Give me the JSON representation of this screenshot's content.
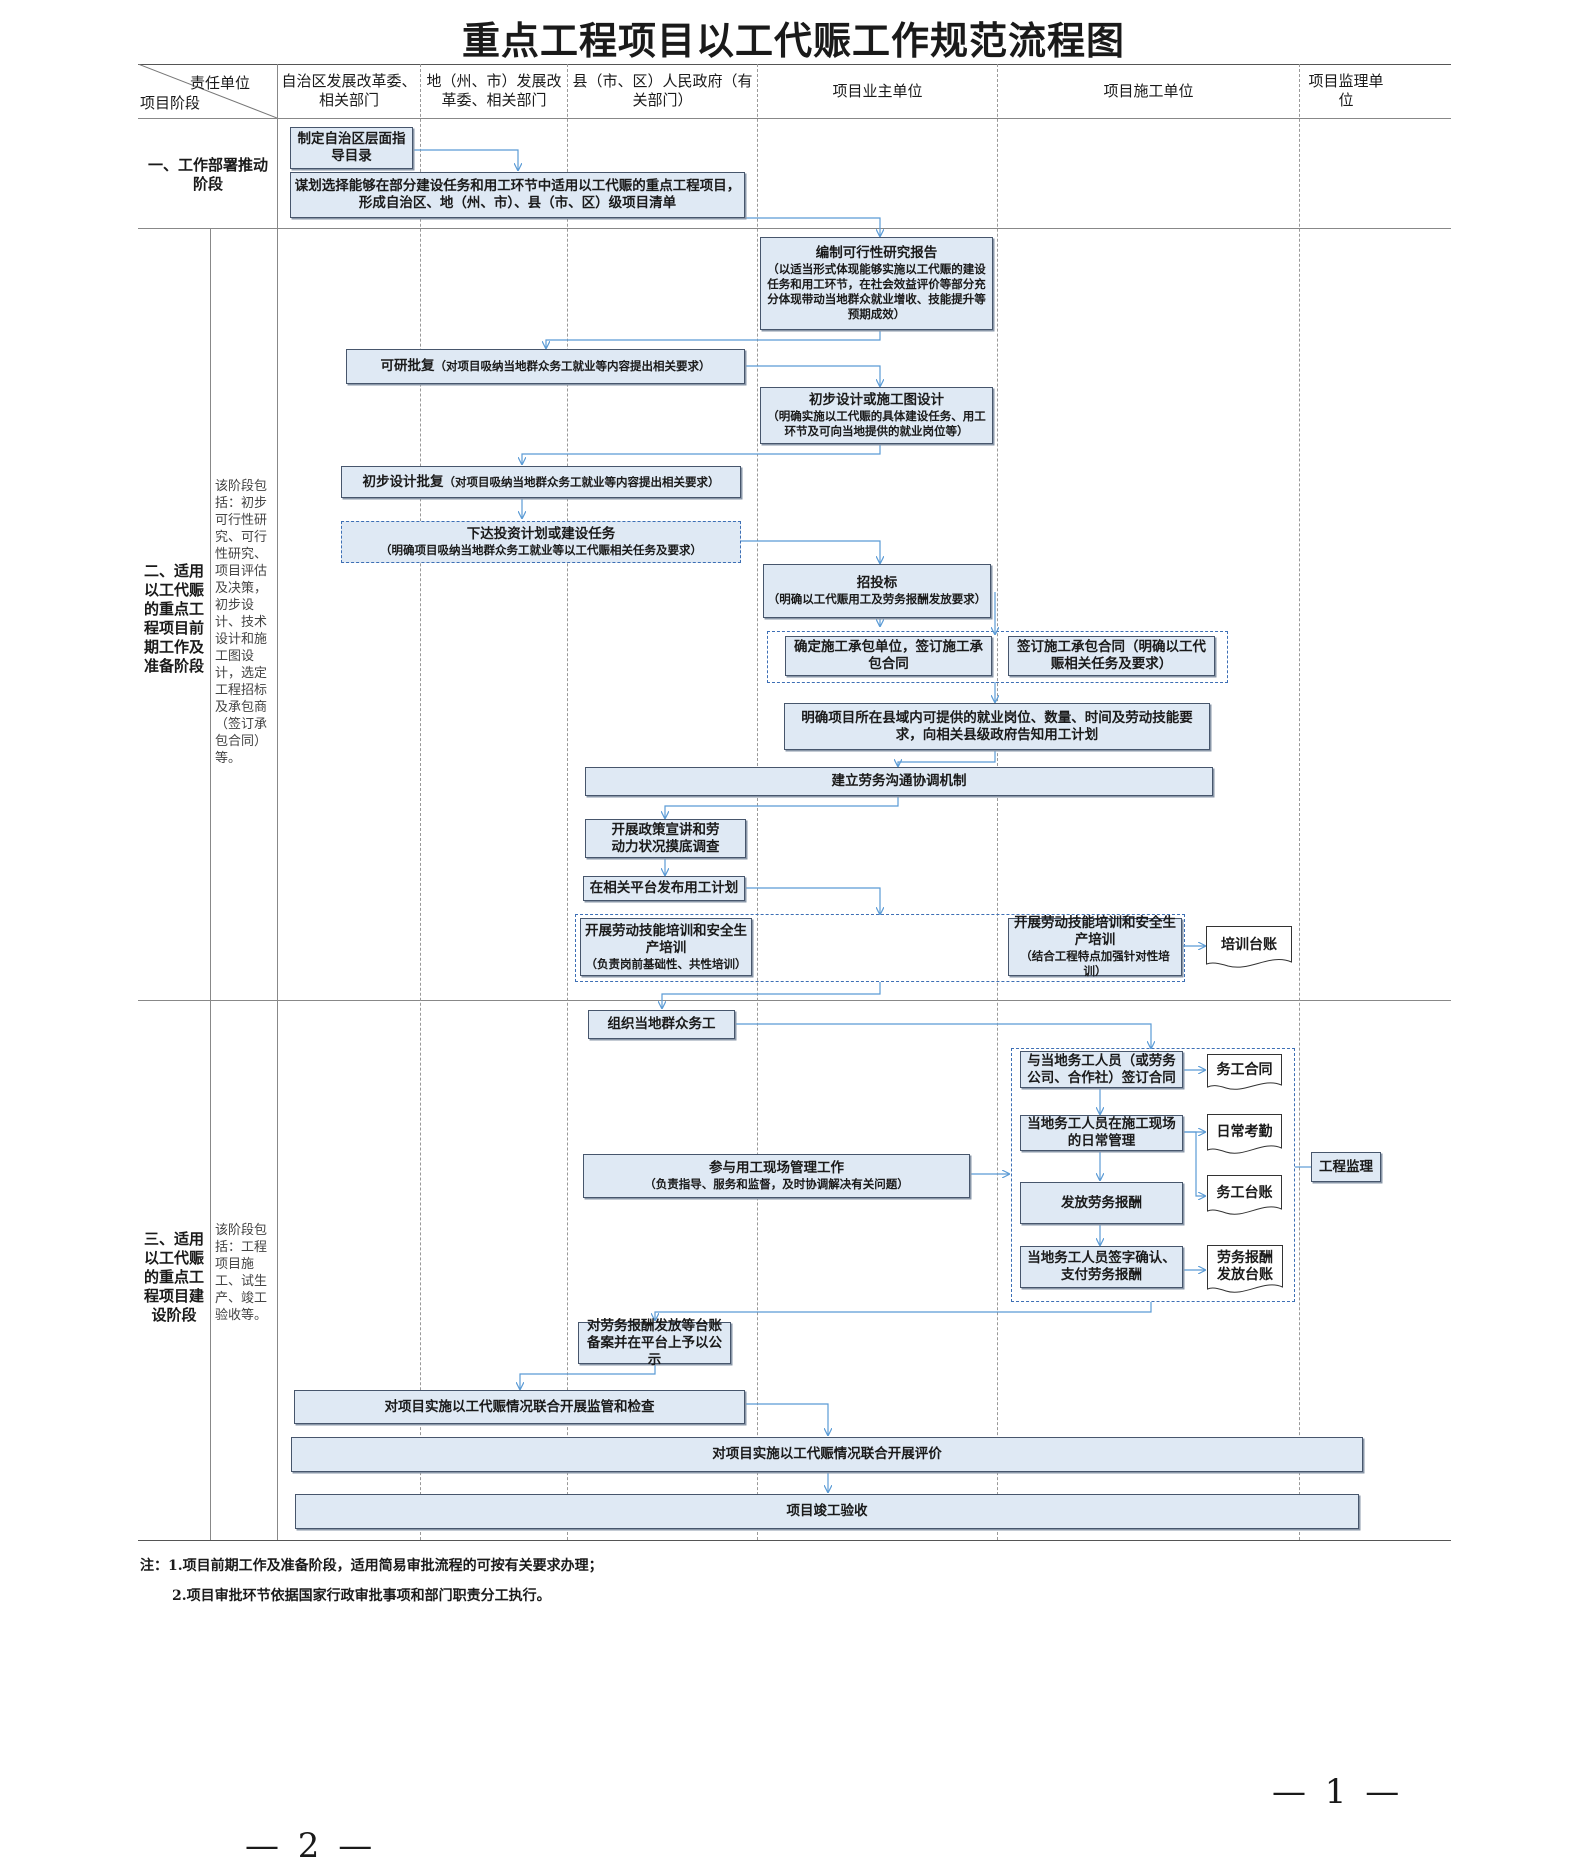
{
  "title": "重点工程项目以工代赈工作规范流程图",
  "header": {
    "corner_top": "责任单位",
    "corner_bottom": "项目阶段",
    "columns": [
      "自治区发展改革委、相关部门",
      "地（州、市）发展改革委、相关部门",
      "县（市、区）人民政府（有关部门）",
      "项目业主单位",
      "项目施工单位",
      "项目监理单位"
    ]
  },
  "stages": [
    {
      "label": "一、工作部署推动阶段",
      "note": ""
    },
    {
      "label": "二、适用以工代赈的重点工程项目前期工作及准备阶段",
      "note": "该阶段包括：初步可行性研究、可行性研究、项目评估及决策，初步设计、技术设计和施工图设计，选定工程招标及承包商（签订承包合同）等。"
    },
    {
      "label": "三、适用以工代赈的重点工程项目建设阶段",
      "note": "该阶段包括：工程项目施工、试生产、竣工验收等。"
    }
  ],
  "boxes": {
    "b1": {
      "main": "制定自治区层面指导目录",
      "sub": ""
    },
    "b2": {
      "main": "谋划选择能够在部分建设任务和用工环节中适用以工代赈的重点工程项目，形成自治区、地（州、市）、县（市、区）级项目清单",
      "sub": ""
    },
    "b3": {
      "main": "编制可行性研究报告",
      "sub": "（以适当形式体现能够实施以工代赈的建设任务和用工环节，在社会效益评价等部分充分体现带动当地群众就业增收、技能提升等预期成效）"
    },
    "b4": {
      "main": "可研批复",
      "sub": "（对项目吸纳当地群众务工就业等内容提出相关要求）"
    },
    "b5": {
      "main": "初步设计或施工图设计",
      "sub": "（明确实施以工代赈的具体建设任务、用工环节及可向当地提供的就业岗位等）"
    },
    "b6": {
      "main": "初步设计批复",
      "sub": "（对项目吸纳当地群众务工就业等内容提出相关要求）"
    },
    "b7": {
      "main": "下达投资计划或建设任务",
      "sub": "（明确项目吸纳当地群众务工就业等以工代赈相关任务及要求）"
    },
    "b8": {
      "main": "招投标",
      "sub": "（明确以工代赈用工及劳务报酬发放要求）"
    },
    "b9": {
      "main": "确定施工承包单位，签订施工承包合同",
      "sub": ""
    },
    "b10": {
      "main": "签订施工承包合同（明确以工代赈相关任务及要求）",
      "sub": ""
    },
    "b11": {
      "main": "明确项目所在县域内可提供的就业岗位、数量、时间及劳动技能要求，向相关县级政府告知用工计划",
      "sub": ""
    },
    "b12": {
      "main": "建立劳务沟通协调机制",
      "sub": ""
    },
    "b13": {
      "main": "开展政策宣讲和劳动力状况摸底调查",
      "sub": ""
    },
    "b14": {
      "main": "在相关平台发布用工计划",
      "sub": ""
    },
    "b15": {
      "main": "开展劳动技能培训和安全生产培训",
      "sub": "（负责岗前基础性、共性培训）"
    },
    "b16": {
      "main": "开展劳动技能培训和安全生产培训",
      "sub": "（结合工程特点加强针对性培训）"
    },
    "b18": {
      "main": "组织当地群众务工",
      "sub": ""
    },
    "b19": {
      "main": "与当地务工人员（或劳务公司、合作社）签订合同",
      "sub": ""
    },
    "b21": {
      "main": "当地务工人员在施工现场的日常管理",
      "sub": ""
    },
    "b23": {
      "main": "发放劳务报酬",
      "sub": ""
    },
    "b25": {
      "main": "当地务工人员签字确认、支付劳务报酬",
      "sub": ""
    },
    "b27": {
      "main": "参与用工现场管理工作",
      "sub": "（负责指导、服务和监督，及时协调解决有关问题）"
    },
    "b28": {
      "main": "工程监理",
      "sub": ""
    },
    "b29": {
      "main": "对劳务报酬发放等台账备案并在平台上予以公示",
      "sub": ""
    },
    "b30": {
      "main": "对项目实施以工代赈情况联合开展监管和检查",
      "sub": ""
    },
    "b31": {
      "main": "对项目实施以工代赈情况联合开展评价",
      "sub": ""
    },
    "b32": {
      "main": "项目竣工验收",
      "sub": ""
    }
  },
  "documents": {
    "d17": "培训台账",
    "d20": "务工合同",
    "d22": "日常考勤",
    "d24": "务工台账",
    "d26": "劳务报酬发放台账"
  },
  "notes": [
    "注：1.项目前期工作及准备阶段，适用简易审批流程的可按有关要求办理；",
    "2.项目审批环节依据国家行政审批事项和部门职责分工执行。"
  ],
  "page_numbers": [
    "— 1 —",
    "— 2 —"
  ],
  "colors": {
    "box_fill": "#dfe9f4",
    "box_border": "#47566c",
    "arrow": "#5b9bd5",
    "dash_group": "#3d6fb5"
  }
}
